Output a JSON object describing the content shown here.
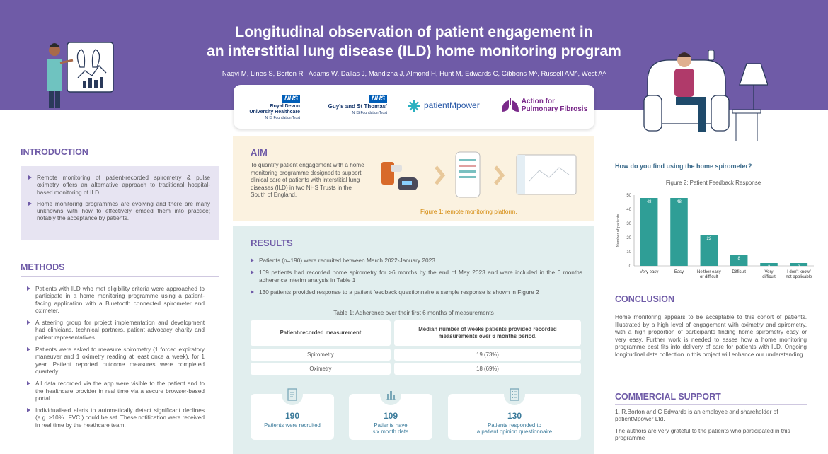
{
  "header": {
    "title_line1": "Longitudinal observation of patient engagement in",
    "title_line2": "an interstitial lung disease (ILD) home monitoring program",
    "authors": "Naqvi M, Lines S, Borton R , Adams W, Dallas J, Mandizha J, Almond H, Hunt M, Edwards C, Gibbons M^, Russell AM^, West A^"
  },
  "logos": {
    "royal_devon_nhs": "NHS",
    "royal_devon_line1": "Royal Devon",
    "royal_devon_line2": "University Healthcare",
    "royal_devon_line3": "NHS Foundation Trust",
    "gstt_nhs": "NHS",
    "gstt_line1": "Guy's and St Thomas'",
    "gstt_line2": "NHS Foundation Trust",
    "patientmpower": "patientMpower",
    "apf_line1": "Action for",
    "apf_line2": "Pulmonary Fibrosis"
  },
  "introduction": {
    "heading": "INTRODUCTION",
    "bullets": [
      "Remote monitoring of patient-recorded spirometry & pulse oximetry offers an alternative approach to traditional hospital-based monitoring of ILD.",
      "Home monitoring programmes are evolving and there are many unknowns with how to effectively embed them into practice; notably the acceptance by patients."
    ]
  },
  "methods": {
    "heading": "METHODS",
    "bullets": [
      "Patients with ILD who met eligibility criteria were approached to participate in a home monitoring programme using a patient-facing application with a Bluetooth connected spirometer and oximeter.",
      "A steering group for project implementation and development had clinicians, technical partners, patient advocacy charity and patient representatives.",
      "Patients were asked to measure spirometry (1 forced expiratory maneuver and 1 oximetry reading at least once a week), for 1 year. Patient reported outcome measures were completed quarterly.",
      "All data recorded via the app were visible to the patient and to the healthcare provider in real time via a secure browser-based portal.",
      "Individualised alerts to automatically detect significant declines (e.g. ≥10% ↓FVC ) could be set.  These notification were received in real time by the heathcare team."
    ]
  },
  "aim": {
    "heading": "AIM",
    "text": "To quantify patient engagement with a home monitoring programme designed to support clinical care of patients with interstitial lung diseases (ILD) in two NHS Trusts in the South of England.",
    "figure_caption": "Figure 1: remote monitoring platform."
  },
  "results": {
    "heading": "RESULTS",
    "bullets": [
      "Patients (n=190) were recruited  between March 2022-January 2023",
      "109 patients had recorded home spirometry for ≥6 months by the end of May 2023 and were included in the 6 months adherence interim analysis in Table 1",
      "130 patients provided response to a patient feedback questionnaire a sample response is shown in Figure 2"
    ],
    "table_caption": "Table 1: Adherence over their first 6 months of measurements",
    "table": {
      "col1_header": "Patient-recorded measurement",
      "col2_header": "Median number of weeks patients provided recorded measurements over 6 months period.",
      "rows": [
        {
          "measurement": "Spirometry",
          "value": "19 (73%)"
        },
        {
          "measurement": "Oximetry",
          "value": "18 (69%)"
        }
      ]
    },
    "stats": [
      {
        "number": "190",
        "label_line1": "Patients were recruited",
        "label_line2": "",
        "icon": "document-icon"
      },
      {
        "number": "109",
        "label_line1": "Patients have",
        "label_line2": "six month data",
        "icon": "bar-chart-icon"
      },
      {
        "number": "130",
        "label_line1": "Patients responded to",
        "label_line2": "a patient opinion questionnaire",
        "icon": "checklist-icon"
      }
    ]
  },
  "feedback": {
    "question": "How do you find using the home spirometer?"
  },
  "chart_data": {
    "type": "bar",
    "title": "Figure 2: Patient Feedback Response",
    "ylabel": "Number of patients",
    "xlabel": "",
    "categories": [
      "Very easy",
      "Easy",
      "Neither easy or difficult",
      "Difficult",
      "Very difficult",
      "I don't know/ not applicable"
    ],
    "values": [
      48,
      48,
      22,
      8,
      2,
      2
    ],
    "ylim": [
      0,
      50
    ],
    "yticks": [
      0,
      10,
      20,
      30,
      40,
      50
    ],
    "bar_color": "#2f9e96",
    "grid": false
  },
  "conclusion": {
    "heading": "CONCLUSION",
    "text": "Home monitoring appears to be acceptable to this cohort of patients. Illustrated by a high level of engagement with oximetry and spirometry, with a high proportion of participants finding home spirometry easy or very easy. Further work is needed to asses how a home monitoring programme best fits into delivery of care for patients with ILD. Ongoing longitudinal data collection in this project will enhance our understanding"
  },
  "commercial": {
    "heading": "COMMERCIAL SUPPORT",
    "p1": "1. R.Borton and C Edwards is an employee and shareholder of patientMpower Ltd.",
    "p2": "The authors are very grateful to the patients who participated in this programme"
  },
  "colors": {
    "purple": "#6f5ba7",
    "aim_bg": "#fbf2e0",
    "results_bg": "#e1eeee",
    "intro_bg": "#e7e4f2",
    "teal": "#2f9e96"
  }
}
